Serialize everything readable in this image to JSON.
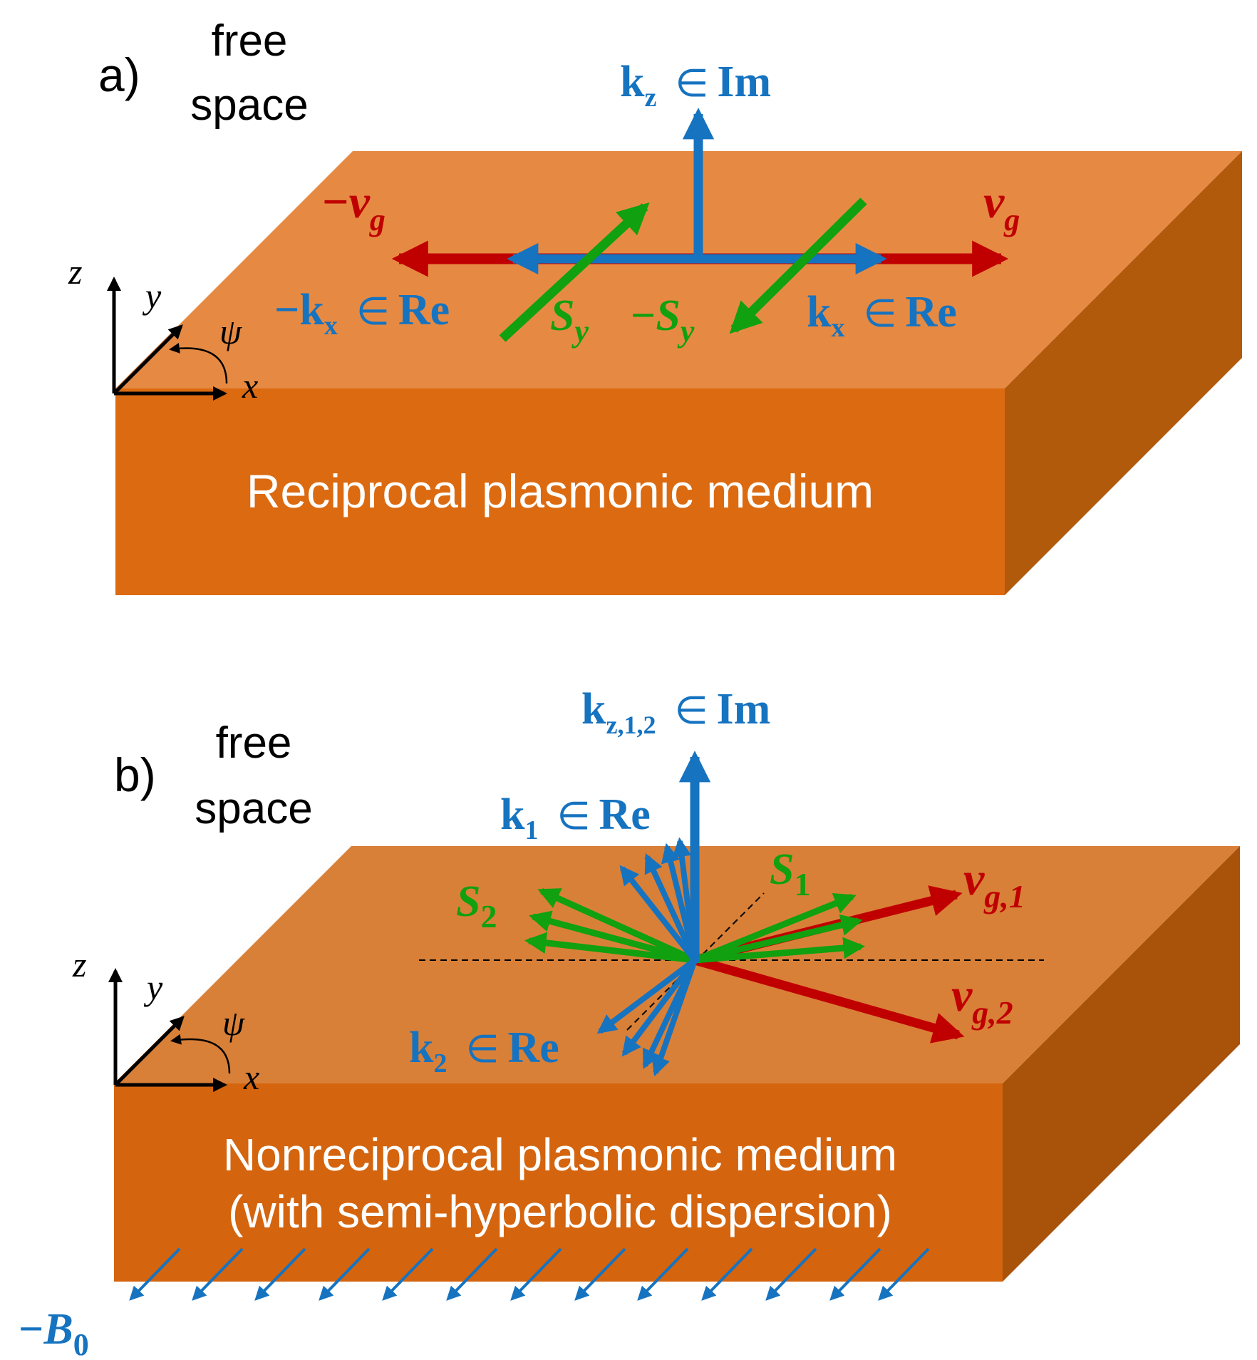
{
  "colors": {
    "slab_top_a": "#E68A43",
    "slab_front_a": "#DC6A10",
    "slab_side_a": "#B25A0C",
    "slab_top_b": "#D98038",
    "slab_front_b": "#D4640E",
    "slab_side_b": "#A9520A",
    "blue": "#1673C0",
    "red": "#C00000",
    "green": "#10A010",
    "black": "#000000",
    "white": "#FFFFFF"
  },
  "panel_a": {
    "label": "a)",
    "region_line1": "free",
    "region_line2": "space",
    "medium": "Reciprocal plasmonic medium",
    "kz": {
      "main": "k",
      "sub": "z",
      "rel": "∈",
      "set": "Im"
    },
    "neg_vg": {
      "sign": "−",
      "main": "v",
      "sub": "g"
    },
    "vg": {
      "main": "v",
      "sub": "g"
    },
    "neg_kx": {
      "sign": "−",
      "main": "k",
      "sub": "x",
      "rel": "∈",
      "set": "Re"
    },
    "kx": {
      "main": "k",
      "sub": "x",
      "rel": "∈",
      "set": "Re"
    },
    "sy": {
      "main": "S",
      "sub": "y"
    },
    "neg_sy": {
      "sign": "−",
      "main": "S",
      "sub": "y"
    },
    "axes": {
      "z": "z",
      "y": "y",
      "x": "x",
      "angle": "ψ"
    }
  },
  "panel_b": {
    "label": "b)",
    "region_line1": "free",
    "region_line2": "space",
    "medium_line1": "Nonreciprocal plasmonic medium",
    "medium_line2": "(with semi-hyperbolic dispersion)",
    "kz12": {
      "main": "k",
      "sub": "z,1,2",
      "rel": "∈",
      "set": "Im"
    },
    "k1": {
      "main": "k",
      "sub": "1",
      "rel": "∈",
      "set": "Re"
    },
    "k2": {
      "main": "k",
      "sub": "2",
      "rel": "∈",
      "set": "Re"
    },
    "s1": {
      "main": "S",
      "sub": "1"
    },
    "s2": {
      "main": "S",
      "sub": "2"
    },
    "vg1": {
      "main": "v",
      "sub": "g,1"
    },
    "vg2": {
      "main": "v",
      "sub": "g,2"
    },
    "b0": {
      "sign": "−",
      "main": "B",
      "sub": "0"
    },
    "axes": {
      "z": "z",
      "y": "y",
      "x": "x",
      "angle": "ψ"
    }
  }
}
